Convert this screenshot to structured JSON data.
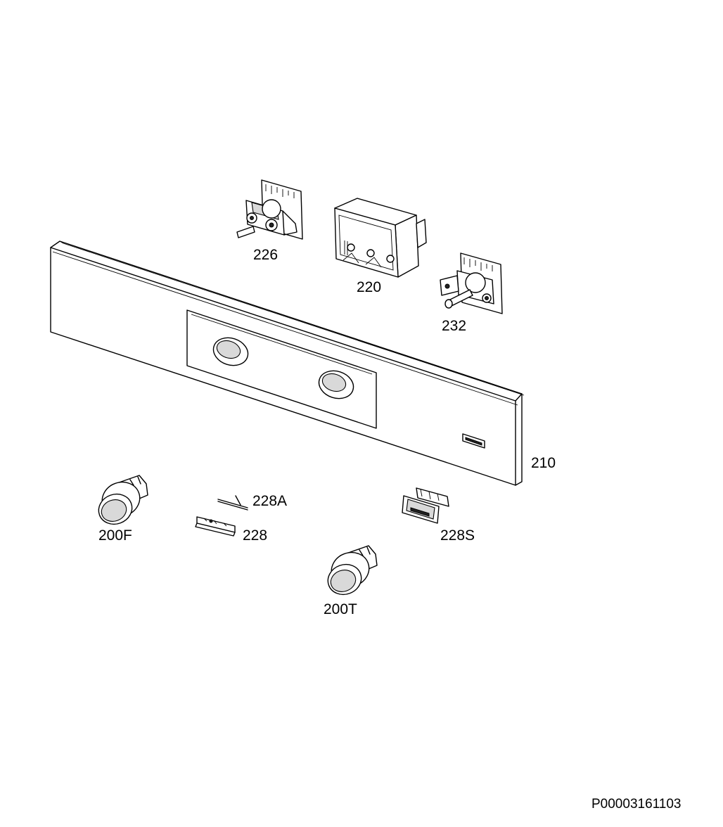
{
  "parts": [
    {
      "id": "226",
      "label": "226"
    },
    {
      "id": "220",
      "label": "220"
    },
    {
      "id": "232",
      "label": "232"
    },
    {
      "id": "210",
      "label": "210"
    },
    {
      "id": "228A",
      "label": "228A"
    },
    {
      "id": "228",
      "label": "228"
    },
    {
      "id": "200F",
      "label": "200F"
    },
    {
      "id": "228S",
      "label": "228S"
    },
    {
      "id": "200T",
      "label": "200T"
    }
  ],
  "drawing_id": "P00003161103"
}
